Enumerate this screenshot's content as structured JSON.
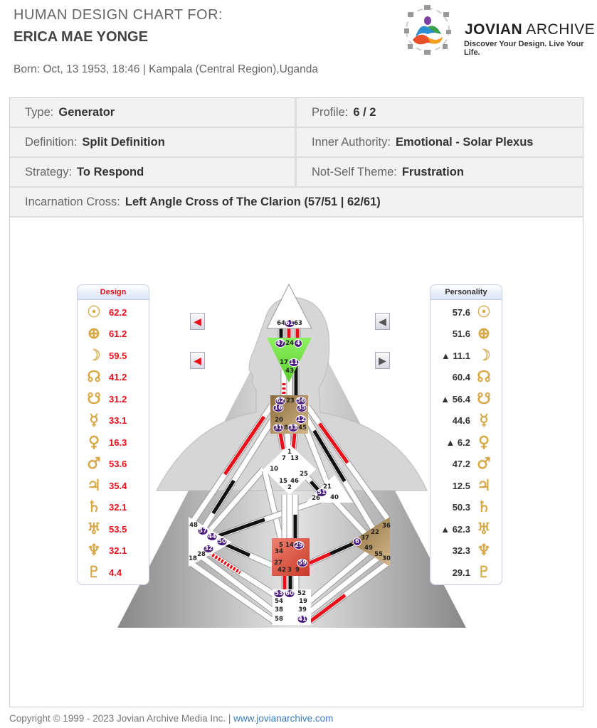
{
  "header": {
    "title": "HUMAN DESIGN CHART FOR:",
    "name": "ERICA MAE YONGE",
    "born": "Born:  Oct, 13 1953, 18:46 | Kampala (Central Region),Uganda"
  },
  "logo": {
    "brand_bold": "JOVIAN",
    "brand_light": " ARCHIVE",
    "tagline": "Discover Your Design. Live Your Life."
  },
  "info": {
    "type_label": "Type:",
    "type": "Generator",
    "profile_label": "Profile:",
    "profile": "6 / 2",
    "definition_label": "Definition:",
    "definition": "Split Definition",
    "authority_label": "Inner Authority:",
    "authority": "Emotional - Solar Plexus",
    "strategy_label": "Strategy:",
    "strategy": "To Respond",
    "notself_label": "Not-Self Theme:",
    "notself": "Frustration",
    "cross_label": "Incarnation Cross:",
    "cross": "Left Angle Cross of The Clarion (57/51 | 62/61)"
  },
  "design": {
    "title": "Design",
    "rows": [
      {
        "glyph": "☉",
        "value": "62.2"
      },
      {
        "glyph": "⊕",
        "value": "61.2"
      },
      {
        "glyph": "☽",
        "value": "59.5"
      },
      {
        "glyph": "☊",
        "value": "41.2"
      },
      {
        "glyph": "☋",
        "value": "31.2"
      },
      {
        "glyph": "☿",
        "value": "33.1"
      },
      {
        "glyph": "♀",
        "value": "16.3"
      },
      {
        "glyph": "♂",
        "value": "53.6"
      },
      {
        "glyph": "♃",
        "value": "35.4"
      },
      {
        "glyph": "♄",
        "value": "32.1"
      },
      {
        "glyph": "♅",
        "value": "53.5"
      },
      {
        "glyph": "♆",
        "value": "32.1"
      },
      {
        "glyph": "♇",
        "value": "4.4"
      }
    ]
  },
  "personality": {
    "title": "Personality",
    "rows": [
      {
        "glyph": "☉",
        "value": "57.6"
      },
      {
        "glyph": "⊕",
        "value": "51.6"
      },
      {
        "glyph": "☽",
        "value": "▲ 11.1"
      },
      {
        "glyph": "☊",
        "value": "60.4"
      },
      {
        "glyph": "☋",
        "value": "▲ 56.4"
      },
      {
        "glyph": "☿",
        "value": "44.6"
      },
      {
        "glyph": "♀",
        "value": "▲ 6.2"
      },
      {
        "glyph": "♂",
        "value": "47.2"
      },
      {
        "glyph": "♃",
        "value": "12.5"
      },
      {
        "glyph": "♄",
        "value": "50.3"
      },
      {
        "glyph": "♅",
        "value": "▲ 62.3"
      },
      {
        "glyph": "♆",
        "value": "32.3"
      },
      {
        "glyph": "♇",
        "value": "29.1"
      }
    ]
  },
  "colors": {
    "design": "#e8101a",
    "personality": "#111111",
    "active_gate": "#4b1a7e",
    "head": "#ffffff",
    "ajna": "#7ee84a",
    "throat": "#b0905a",
    "sacral": "#e05a40",
    "solar_plexus": "#b0905a"
  },
  "gates": [
    {
      "n": "64",
      "a": false
    },
    {
      "n": "61",
      "a": true
    },
    {
      "n": "63",
      "a": false
    },
    {
      "n": "47",
      "a": true
    },
    {
      "n": "24",
      "a": false
    },
    {
      "n": "4",
      "a": true
    },
    {
      "n": "17",
      "a": false
    },
    {
      "n": "11",
      "a": true
    },
    {
      "n": "43",
      "a": false
    },
    {
      "n": "62",
      "a": true
    },
    {
      "n": "23",
      "a": false
    },
    {
      "n": "56",
      "a": true
    },
    {
      "n": "16",
      "a": true
    },
    {
      "n": "35",
      "a": true
    },
    {
      "n": "20",
      "a": false
    },
    {
      "n": "12",
      "a": true
    },
    {
      "n": "31",
      "a": true
    },
    {
      "n": "8",
      "a": false
    },
    {
      "n": "33",
      "a": true
    },
    {
      "n": "45",
      "a": false
    },
    {
      "n": "1",
      "a": false
    },
    {
      "n": "7",
      "a": false
    },
    {
      "n": "13",
      "a": false
    },
    {
      "n": "10",
      "a": false
    },
    {
      "n": "25",
      "a": false
    },
    {
      "n": "15",
      "a": false
    },
    {
      "n": "46",
      "a": false
    },
    {
      "n": "2",
      "a": false
    },
    {
      "n": "21",
      "a": false
    },
    {
      "n": "51",
      "a": true
    },
    {
      "n": "26",
      "a": false
    },
    {
      "n": "40",
      "a": false
    },
    {
      "n": "48",
      "a": false
    },
    {
      "n": "57",
      "a": true
    },
    {
      "n": "44",
      "a": true
    },
    {
      "n": "50",
      "a": true
    },
    {
      "n": "32",
      "a": true
    },
    {
      "n": "28",
      "a": false
    },
    {
      "n": "18",
      "a": false
    },
    {
      "n": "5",
      "a": false
    },
    {
      "n": "14",
      "a": false
    },
    {
      "n": "29",
      "a": true
    },
    {
      "n": "34",
      "a": false
    },
    {
      "n": "27",
      "a": false
    },
    {
      "n": "59",
      "a": true
    },
    {
      "n": "42",
      "a": false
    },
    {
      "n": "3",
      "a": false
    },
    {
      "n": "9",
      "a": false
    },
    {
      "n": "36",
      "a": false
    },
    {
      "n": "22",
      "a": false
    },
    {
      "n": "37",
      "a": false
    },
    {
      "n": "6",
      "a": true
    },
    {
      "n": "49",
      "a": false
    },
    {
      "n": "55",
      "a": false
    },
    {
      "n": "30",
      "a": false
    },
    {
      "n": "53",
      "a": true
    },
    {
      "n": "60",
      "a": true
    },
    {
      "n": "52",
      "a": false
    },
    {
      "n": "54",
      "a": false
    },
    {
      "n": "19",
      "a": false
    },
    {
      "n": "38",
      "a": false
    },
    {
      "n": "39",
      "a": false
    },
    {
      "n": "58",
      "a": false
    },
    {
      "n": "41",
      "a": true
    }
  ],
  "footer": {
    "copyright": "Copyright © 1999 - 2023 Jovian Archive Media Inc.  |  ",
    "link": "www.jovianarchive.com"
  }
}
